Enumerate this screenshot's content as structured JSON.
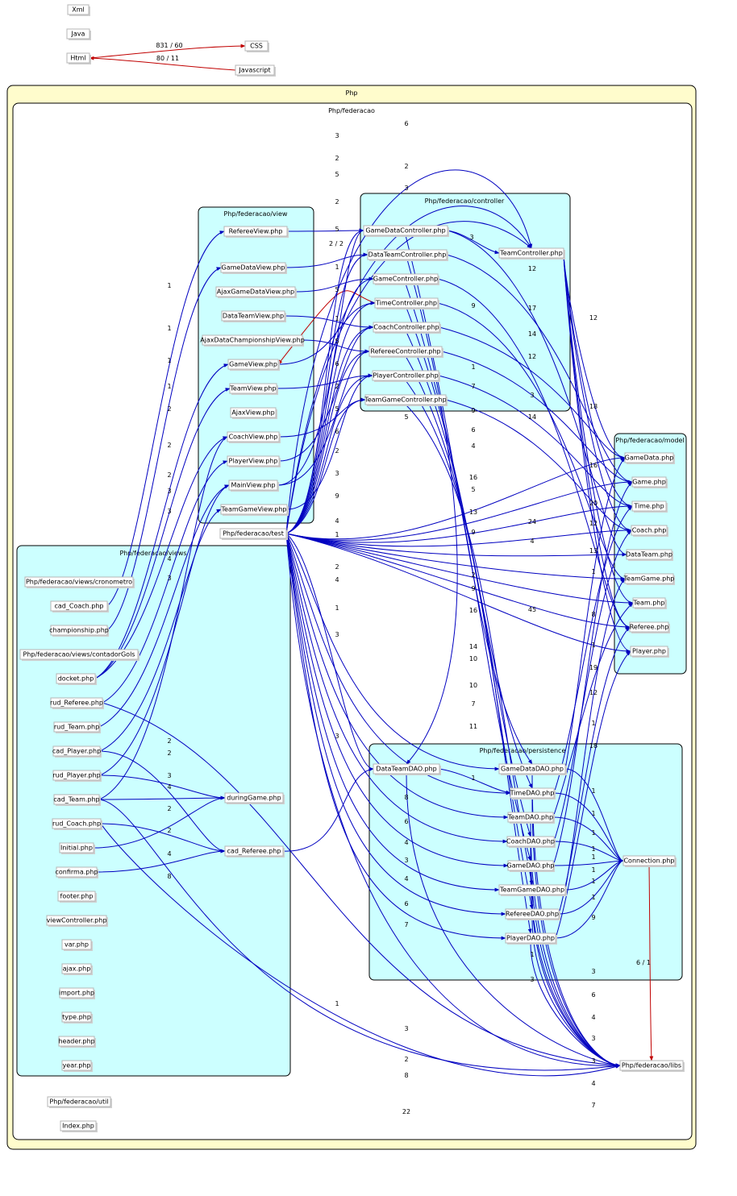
{
  "clusters": {
    "php": "Php",
    "federacao": "Php/federacao",
    "view": "Php/federacao/view",
    "controller": "Php/federacao/controller",
    "views": "Php/federacao/views",
    "model": "Php/federacao/model",
    "persistence": "Php/federacao/persistence"
  },
  "nodes": {
    "xml": "Xml",
    "java": "Java",
    "html": "Html",
    "css": "CSS",
    "javascript": "Javascript",
    "referee_view": "RefereeView.php",
    "game_data_view": "GameDataView.php",
    "ajax_game_data_view": "AjaxGameDataView.php",
    "data_team_view": "DataTeamView.php",
    "ajax_data_championship_view": "AjaxDataChampionshipView.php",
    "game_view": "GameView.php",
    "team_view": "TeamView.php",
    "ajax_view": "AjaxView.php",
    "coach_view": "CoachView.php",
    "player_view": "PlayerView.php",
    "main_view": "MainView.php",
    "team_game_view": "TeamGameView.php",
    "test": "Php/federacao/test",
    "game_data_controller": "GameDataController.php",
    "data_team_controller": "DataTeamController.php",
    "game_controller": "GameController.php",
    "time_controller": "TimeController.php",
    "coach_controller": "CoachController.php",
    "referee_controller": "RefereeController.php",
    "player_controller": "PlayerController.php",
    "team_game_controller": "TeamGameController.php",
    "team_controller": "TeamController.php",
    "cronometro": "Php/federacao/views/cronometro",
    "cad_coach": "cad_Coach.php",
    "championship": "championship.php",
    "contador_gols": "Php/federacao/views/contadorGols",
    "docket": "docket.php",
    "rud_referee": "rud_Referee.php",
    "rud_team": "rud_Team.php",
    "cad_player": "cad_Player.php",
    "rud_player": "rud_Player.php",
    "cad_team": "cad_Team.php",
    "rud_coach": "rud_Coach.php",
    "initial": "Initial.php",
    "confirma": "confirma.php",
    "footer": "footer.php",
    "view_controller": "viewController.php",
    "var": "var.php",
    "ajax": "ajax.php",
    "import": "import.php",
    "type": "type.php",
    "header": "header.php",
    "year": "year.php",
    "during_game": "duringGame.php",
    "cad_referee": "cad_Referee.php",
    "game_data": "GameData.php",
    "game": "Game.php",
    "time": "Time.php",
    "coach": "Coach.php",
    "data_team": "DataTeam.php",
    "team_game": "TeamGame.php",
    "team": "Team.php",
    "referee": "Referee.php",
    "player": "Player.php",
    "data_team_dao": "DataTeamDAO.php",
    "game_data_dao": "GameDataDAO.php",
    "time_dao": "TimeDAO.php",
    "team_dao": "TeamDAO.php",
    "coach_dao": "CoachDAO.php",
    "game_dao": "GameDAO.php",
    "team_game_dao": "TeamGameDAO.php",
    "referee_dao": "RefereeDAO.php",
    "player_dao": "PlayerDAO.php",
    "connection": "Connection.php",
    "libs": "Php/federacao/libs",
    "util": "Php/federacao/util",
    "index": "Index.php"
  },
  "edge_labels": {
    "html_css": "831 / 60",
    "javascript_html": "80 / 11",
    "time_controller_game_view": "2 / 2",
    "connection_libs": "6 / 1",
    "gdc_team_controller": "3",
    "test_game_data_controller": "3",
    "test_data_team_controller": "2",
    "test_game_controller": "5",
    "test_time_controller": "2",
    "test_coach_controller": "5",
    "test_team_controller_a": "6",
    "test_team_controller_b": "2",
    "test_team_controller_c": "3",
    "tc_game_data": "12",
    "tc_time": "17",
    "tc_team": "14",
    "tc_coach": "12",
    "tc_referee": "3",
    "tc_player": "14",
    "tc_libs": "12",
    "ctrl_data_team": "18",
    "ctrl_game_data": "16",
    "ctrl_game": "20",
    "ctrl_time": "12",
    "ctrl_coach": "13",
    "test_data_team": "24",
    "test_team_game": "4",
    "test_team": "45",
    "views_referee_view": "1",
    "views_game_data_view": "1",
    "views_game_view": "1",
    "views_team_view": "1",
    "views_coach_view": "2",
    "views_player_view": "2",
    "views_main_view_a": "2",
    "views_main_view_b": "3",
    "views_main_view_c": "3",
    "views_team_game_view": "4",
    "views_coach_view_b": "3",
    "lbl_v1": "1",
    "lbl_v2": "5",
    "lbl_v3": "1",
    "lbl_v4": "5",
    "lbl_v5": "6",
    "lbl_v6": "2",
    "lbl_v7": "5",
    "lbl_v8": "6",
    "lbl_v9": "2",
    "lbl_v10": "3",
    "lbl_v11": "9",
    "lbl_v12": "4",
    "lbl_v13": "1",
    "lbl_v14": "2",
    "lbl_v15": "4",
    "lbl_v16": "1",
    "lbl_v17": "3",
    "lbl_v18": "3",
    "lbl_v19": "5",
    "dao_data_team_dao_a": "8",
    "dao_data_team_dao_b": "6",
    "dao_a": "4",
    "dao_b": "3",
    "dao_c": "4",
    "dao_d": "6",
    "dao_e": "7",
    "dtd_time_dao": "1",
    "dao_conn_a": "1",
    "dao_conn_b": "1",
    "dao_conn_c": "1",
    "dao_conn_d": "1",
    "dao_conn_e": "1",
    "dao_conn_f": "1",
    "dao_conn_g": "1",
    "dao_conn_h": "1",
    "dao_conn_i": "9",
    "p_1": "1",
    "p_3": "3",
    "m_9": "9",
    "m_1": "1",
    "m_7": "7",
    "m_9b": "9",
    "m_6": "6",
    "m_4": "4",
    "m_16": "16",
    "m_5": "5",
    "m_13": "13",
    "m_9c": "9",
    "m_2": "2",
    "m_9d": "9",
    "m_16b": "16",
    "m_14": "14",
    "m_10": "10",
    "m_10b": "10",
    "m_7b": "7",
    "m_11": "11",
    "r_1": "1",
    "r_8": "8",
    "r_1b": "1",
    "r_19": "19",
    "r_12": "12",
    "r_1c": "1",
    "r_18": "18",
    "libs_3": "3",
    "libs_6": "6",
    "libs_4": "4",
    "libs_3b": "3",
    "libs_3c": "3",
    "libs_4b": "4",
    "libs_7": "7",
    "during_game_2": "2",
    "during_game_2b": "2",
    "during_game_3": "3",
    "during_game_4": "4",
    "during_game_2c": "2",
    "during_game_2d": "2",
    "cad_referee_4": "4",
    "cad_referee_8": "8",
    "bottom_1": "1",
    "bottom_3": "3",
    "bottom_2": "2",
    "bottom_8": "8",
    "bottom_22": "22"
  }
}
